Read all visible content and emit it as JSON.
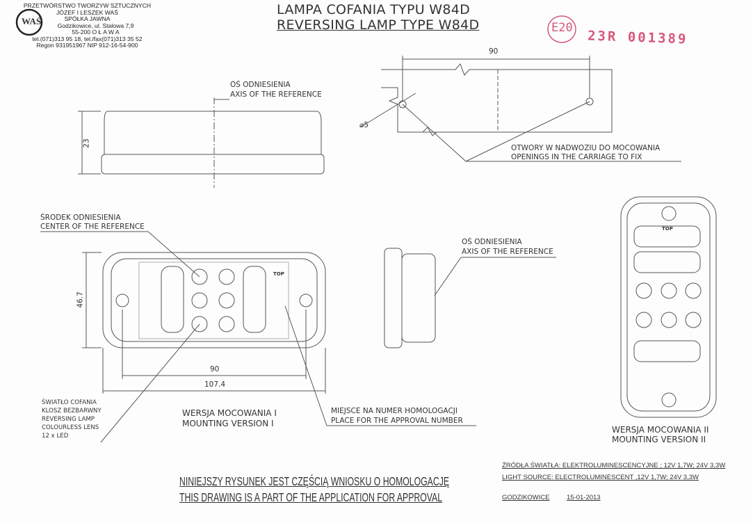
{
  "company": {
    "lines": [
      "PRZETWÓRSTWO TWORZYW SZTUCZNYCH",
      "JÓZEF I LESZEK WAŚ",
      "SPÓŁKA JAWNA",
      "Godzikowice, ul. Stalowa 7,9",
      "55-200   O Ł A W A",
      "tel.(071)313 95 18, tel./fax(071)313 35 52",
      "Regon 931951967 NIP 912-16-54-900"
    ],
    "logo_text": "WAŚ"
  },
  "title": {
    "pl": "LAMPA COFANIA TYPU W84D",
    "en": "REVERSING LAMP TYPE W84D"
  },
  "stamp": {
    "mark": "E20",
    "number": "23R  001389",
    "color": "#d6577a"
  },
  "labels": {
    "axis_top_pl": "OŚ ODNIESIENIA",
    "axis_top_en": "AXIS OF THE REFERENCE",
    "openings_pl": "OTWORY W NADWOZIU DO MOCOWANIA",
    "openings_en": "OPENINGS IN THE CARRIAGE TO FIX",
    "center_pl": "ŚRODEK ODNIESIENIA",
    "center_en": "CENTER OF THE REFERENCE",
    "axis_mid_pl": "OŚ ODNIESIENIA",
    "axis_mid_en": "AXIS OF THE REFERENCE",
    "lamp_desc": [
      "ŚWIATŁO COFANIA",
      "KLOSZ BEZBARWNY",
      "REVERSING LAMP",
      "COLOURLESS LENS",
      "12 x LED"
    ],
    "mount1_pl": "WERSJA MOCOWANIA I",
    "mount1_en": "MOUNTING VERSION I",
    "approval_pl": "MIEJSCE NA NUMER HOMOLOGACJI",
    "approval_en": "PLACE FOR THE APPROVAL NUMBER",
    "mount2_pl": "WERSJA MOCOWANIA II",
    "mount2_en": "MOUNTING VERSION II",
    "top": "TOP"
  },
  "dimensions": {
    "height_side": "23",
    "hole_spacing": "90",
    "hole_dia": "⌀5",
    "height_front": "46.7",
    "width_holes": "90",
    "width_total": "107.4"
  },
  "footer": {
    "statement_pl": "NINIEJSZY RYSUNEK JEST CZĘŚCIĄ WNIOSKU O  HOMOLOGACJĘ",
    "statement_en": "THIS DRAWING IS A PART OF THE APPLICATION FOR  APPROVAL",
    "source_pl": "ŹRÓDŁA ŚWIATŁA: ELEKTROLUMINESCENCYJNE ; 12V  1,7W; 24V  3,3W",
    "source_en": "LIGHT SOURCE: ELECTROLUMINESCENT ,12V  1,7W; 24V  3,3W",
    "place": "GODZIKOWICE",
    "date": "15-01-2013"
  }
}
